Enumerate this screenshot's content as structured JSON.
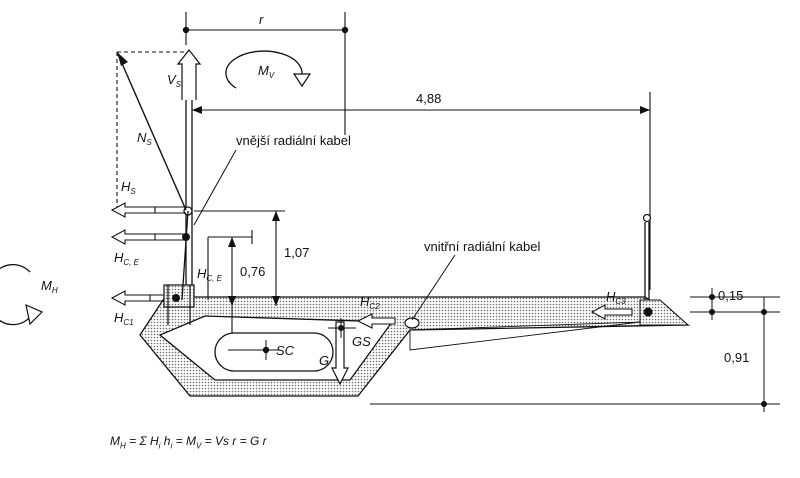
{
  "labels": {
    "r": "r",
    "Mv_main": "M",
    "Mv_sub": "V",
    "Vs_main": "V",
    "Vs_sub": "S",
    "Ns_main": "N",
    "Ns_sub": "S",
    "Hs_main": "H",
    "Hs_sub": "S",
    "HCE_left_main": "H",
    "HCE_left_sub": "C, E",
    "HCE_inner_main": "H",
    "HCE_inner_sub": "C, E",
    "HC1_main": "H",
    "HC1_sub": "C1",
    "HC2_main": "H",
    "HC2_sub": "C2",
    "HC3_main": "H",
    "HC3_sub": "C3",
    "MH_main": "M",
    "MH_sub": "H",
    "SC": "SC",
    "G": "G",
    "GS": "GS",
    "external_cable": "vnější radiální kabel",
    "internal_cable": "vnitřní radiální kabel"
  },
  "dimensions": {
    "span": "4,88",
    "h1": "1,07",
    "h2": "0,76",
    "d015": "0,15",
    "d091": "0,91"
  },
  "equation": {
    "pre1": "M",
    "sub1": "H",
    "eq1": " = Σ ",
    "pre2": "H",
    "sub2": "i",
    "sp": " ",
    "pre3": "h",
    "sub3": "i",
    "eq2": " = ",
    "pre4": "M",
    "sub4": "V",
    "tail": " = Vs r = G r"
  },
  "colors": {
    "ink": "#111111",
    "hatch": "#9a9a9a"
  }
}
